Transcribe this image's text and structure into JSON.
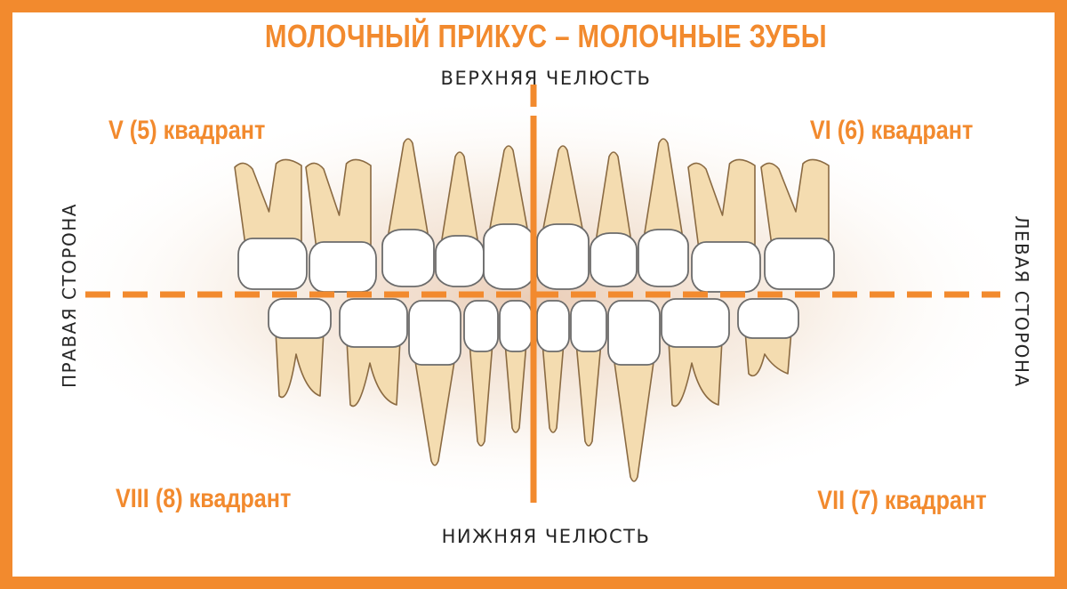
{
  "title": "МОЛОЧНЫЙ ПРИКУС – МОЛОЧНЫЕ ЗУБЫ",
  "labels": {
    "upper_jaw": "ВЕРХНЯЯ ЧЕЛЮСТЬ",
    "lower_jaw": "НИЖНЯЯ ЧЕЛЮСТЬ",
    "right_side": "ПРАВАЯ СТОРОНА",
    "left_side": "ЛЕВАЯ СТОРОНА"
  },
  "quadrants": {
    "upper_right": "V (5) квадрант",
    "upper_left": "VI (6) квадрант",
    "lower_right": "VIII (8) квадрант",
    "lower_left": "VII (7) квадрант"
  },
  "colors": {
    "accent": "#f28a2e",
    "root": "#f4dcb0",
    "root_outline": "#8a6a42",
    "crown": "#ffffff",
    "text": "#262626"
  }
}
